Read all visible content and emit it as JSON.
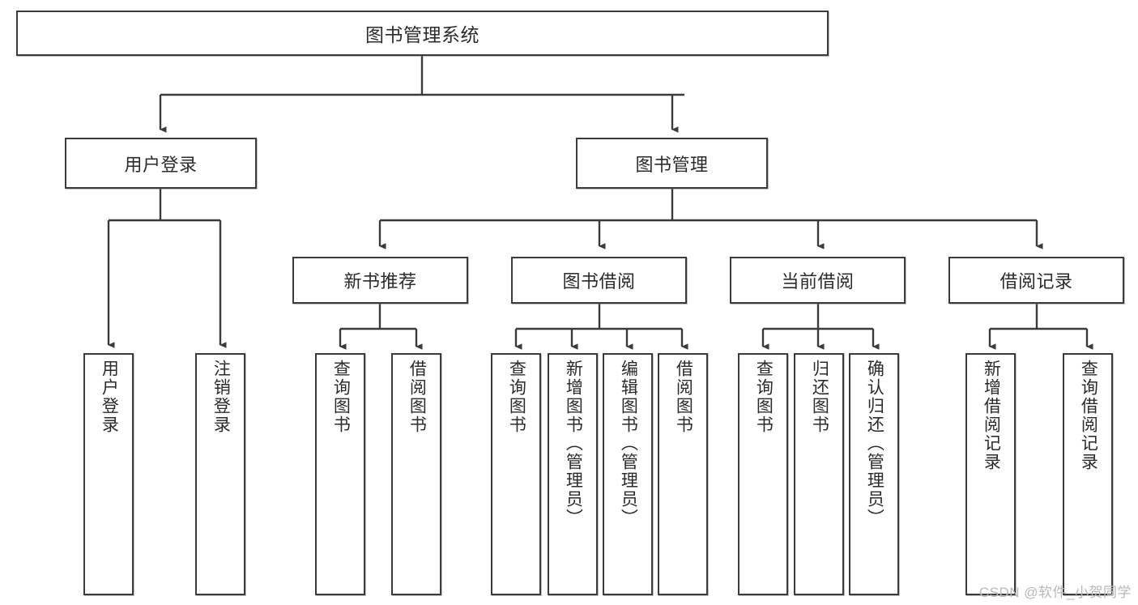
{
  "diagram": {
    "title": "图书管理系统",
    "type": "hierarchy-tree",
    "colors": {
      "stroke": "#3b3b3b",
      "fill": "#ffffff",
      "text": "#2b2b2b",
      "watermark": "#b9b9b9"
    },
    "root": {
      "label": "图书管理系统"
    },
    "level2": [
      {
        "label": "用户登录"
      },
      {
        "label": "图书管理"
      }
    ],
    "level3": [
      {
        "label": "新书推荐"
      },
      {
        "label": "图书借阅"
      },
      {
        "label": "当前借阅"
      },
      {
        "label": "借阅记录"
      }
    ],
    "leaves": {
      "user_login": [
        {
          "label": "用户登录"
        },
        {
          "label": "注销登录"
        }
      ],
      "new_book": [
        {
          "label": "查询图书"
        },
        {
          "label": "借阅图书"
        }
      ],
      "book_borrow": [
        {
          "label": "查询图书"
        },
        {
          "label": "新增图书（管理员）"
        },
        {
          "label": "编辑图书（管理员）"
        },
        {
          "label": "借阅图书"
        }
      ],
      "current_borrow": [
        {
          "label": "查询图书"
        },
        {
          "label": "归还图书"
        },
        {
          "label": "确认归还（管理员）"
        }
      ],
      "borrow_record": [
        {
          "label": "新增借阅记录"
        },
        {
          "label": "查询借阅记录"
        }
      ]
    }
  },
  "watermark": {
    "text": "CSDN @软件_小贺同学"
  }
}
